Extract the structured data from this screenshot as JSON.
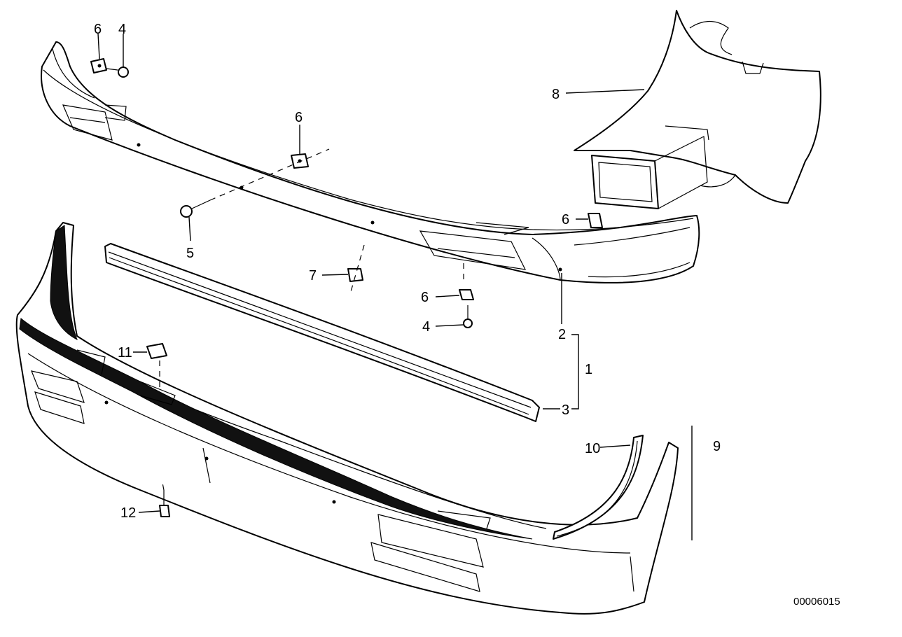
{
  "labels": {
    "l1": "1",
    "l2": "2",
    "l3": "3",
    "l4a": "4",
    "l4b": "4",
    "l5": "5",
    "l6a": "6",
    "l6b": "6",
    "l6c": "6",
    "l6d": "6",
    "l7": "7",
    "l8": "8",
    "l9": "9",
    "l10": "10",
    "l11": "11",
    "l12": "12"
  },
  "diagram_code": "00006015"
}
